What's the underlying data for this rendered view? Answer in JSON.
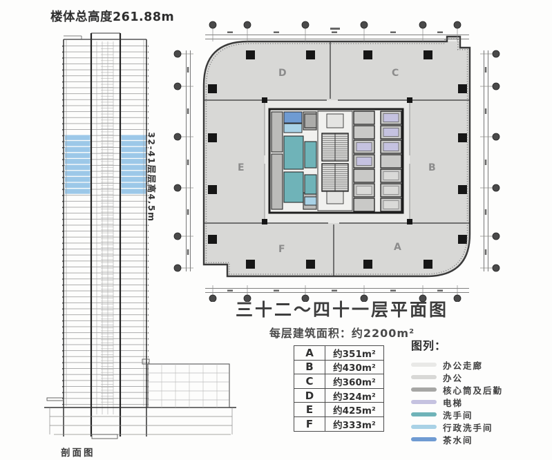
{
  "section": {
    "title": "楼体总高度261.88m",
    "floors_note": "32-41层层高4.5m",
    "caption": "剖面图",
    "highlight_color": "#9cc8e8"
  },
  "plan": {
    "title": "三十二～四十一层平面图",
    "subtitle": "每层建筑面积：约2200m²",
    "zones": {
      "a": "A",
      "b": "B",
      "c": "C",
      "d": "D",
      "e": "E",
      "f": "F"
    }
  },
  "area_table": {
    "rows": [
      {
        "zone": "A",
        "area": "约351m²"
      },
      {
        "zone": "B",
        "area": "约430m²"
      },
      {
        "zone": "C",
        "area": "约360m²"
      },
      {
        "zone": "D",
        "area": "约324m²"
      },
      {
        "zone": "E",
        "area": "约425m²"
      },
      {
        "zone": "F",
        "area": "约333m²"
      }
    ]
  },
  "legend": {
    "title": "图列：",
    "items": [
      {
        "label": "办公走廊",
        "color": "#e9e9e7"
      },
      {
        "label": "办公",
        "color": "#d8d8d6"
      },
      {
        "label": "核心筒及后勤",
        "color": "#a6a6a4"
      },
      {
        "label": "电梯",
        "color": "#c5c2e0"
      },
      {
        "label": "洗手间",
        "color": "#6fb3b8"
      },
      {
        "label": "行政洗手间",
        "color": "#a9d2e6"
      },
      {
        "label": "茶水间",
        "color": "#6f9bd2"
      }
    ]
  }
}
